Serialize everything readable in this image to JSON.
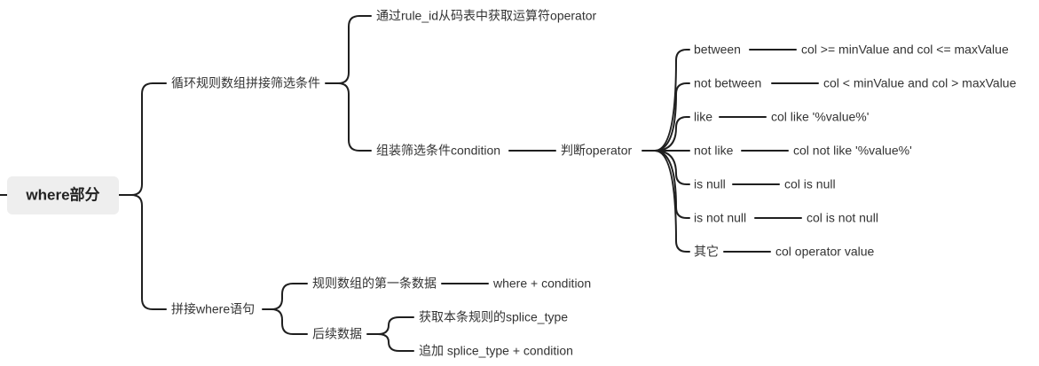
{
  "root": {
    "label": "where部分"
  },
  "branch_loop": {
    "label": "循环规则数组拼接筛选条件",
    "get_operator": "通过rule_id从码表中获取运算符operator",
    "assemble": "组装筛选条件condition",
    "judge": "判断operator",
    "cases": [
      {
        "op": "between",
        "expr": "col >= minValue and col <= maxValue"
      },
      {
        "op": "not between",
        "expr": "col < minValue and col > maxValue"
      },
      {
        "op": "like",
        "expr": "col like '%value%'"
      },
      {
        "op": "not like",
        "expr": "col not like '%value%'"
      },
      {
        "op": "is null",
        "expr": "col is null"
      },
      {
        "op": "is not null",
        "expr": "col is not null"
      },
      {
        "op": "其它",
        "expr": "col operator value"
      }
    ]
  },
  "branch_where": {
    "label": "拼接where语句",
    "first": "规则数组的第一条数据",
    "first_result": "where + condition",
    "rest": "后续数据",
    "rest_children": [
      "获取本条规则的splice_type",
      "追加 splice_type + condition"
    ]
  }
}
